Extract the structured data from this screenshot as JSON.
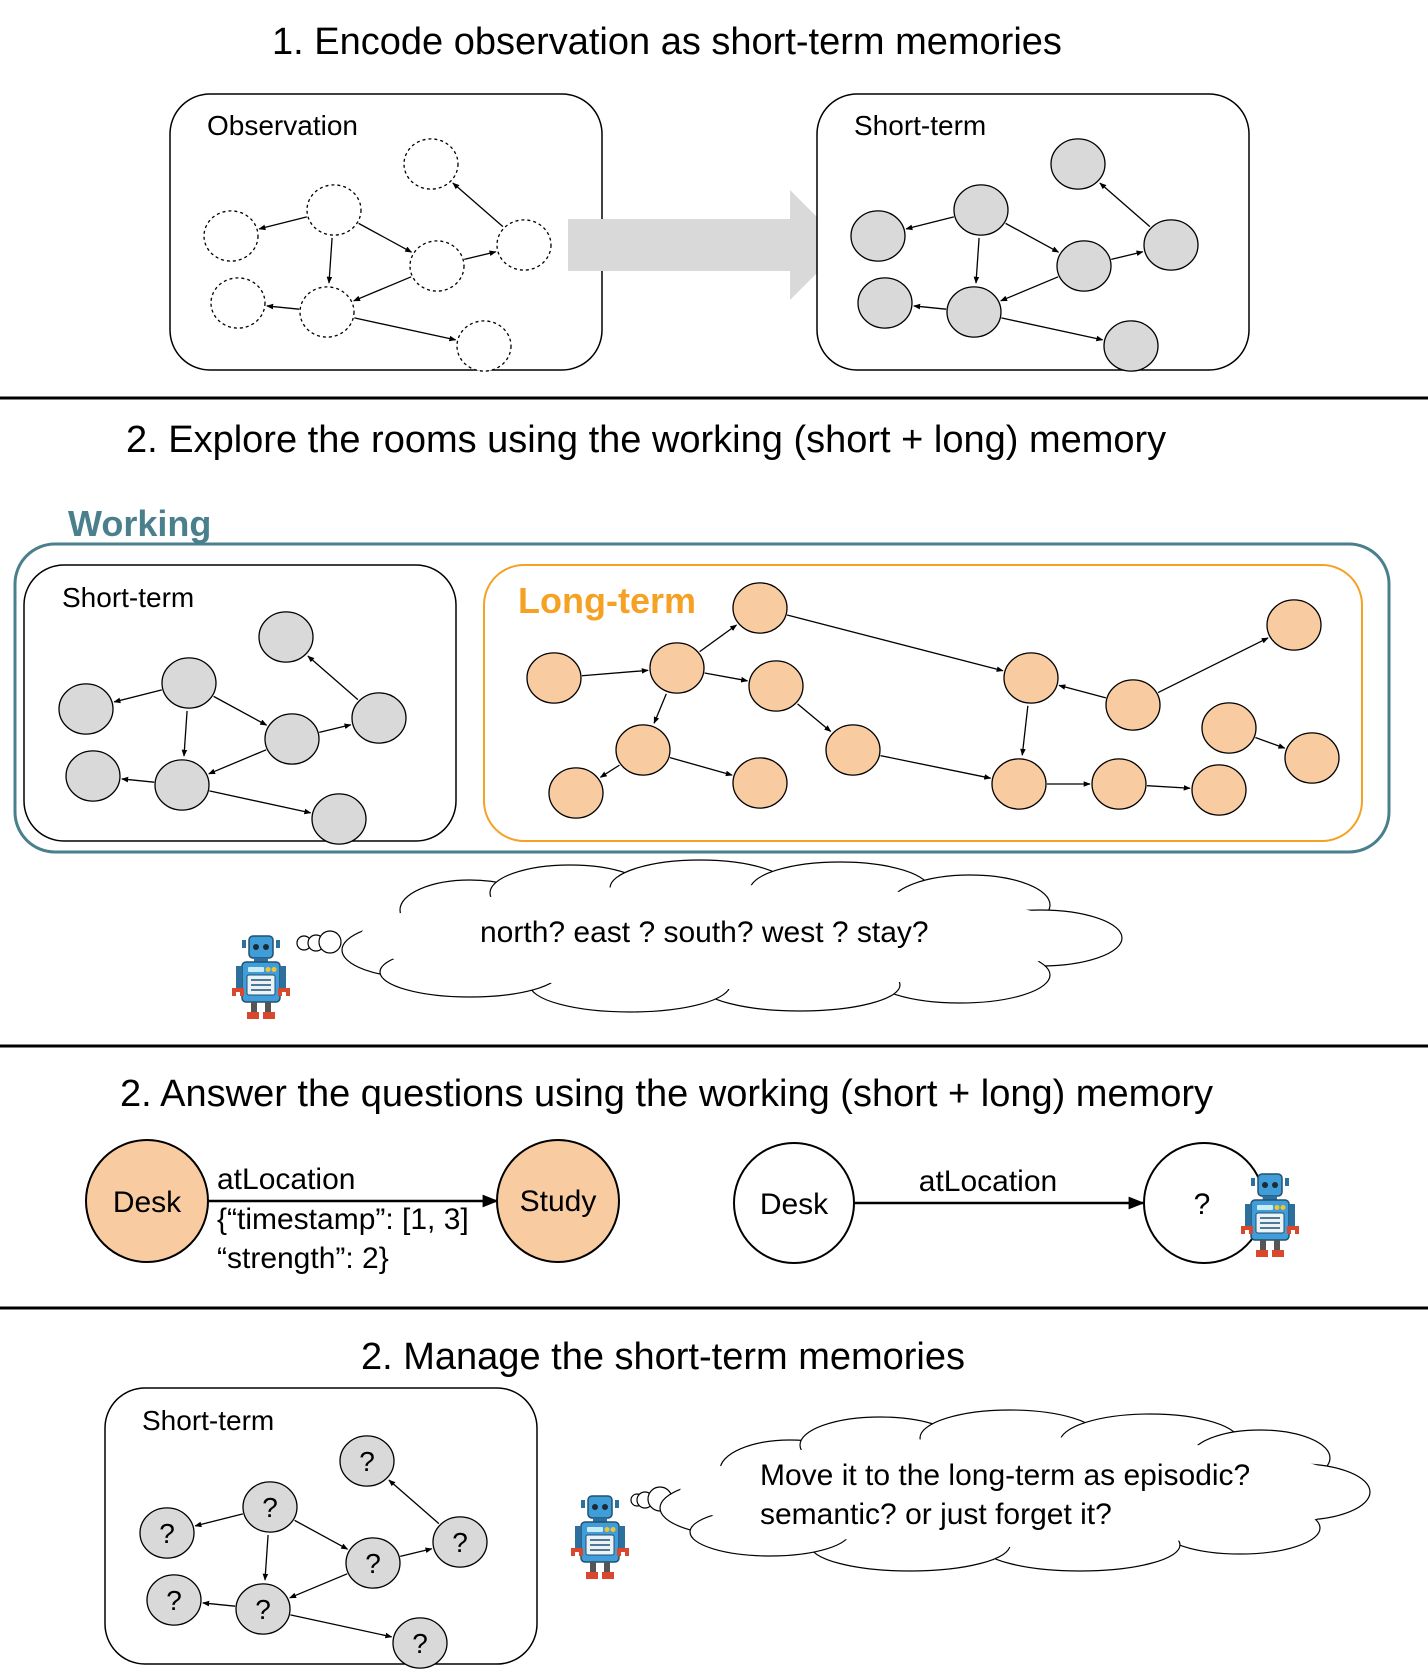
{
  "section1": {
    "title": "1.  Encode observation as short-term memories",
    "observation_label": "Observation",
    "shortterm_label": "Short-term"
  },
  "section2": {
    "title": "2.  Explore the rooms using the working (short + long) memory",
    "working_label": "Working",
    "shortterm_label": "Short-term",
    "longterm_label": "Long-term",
    "thought": "north? east ? south? west ? stay?"
  },
  "section3": {
    "title": "2.  Answer the questions using the working (short + long) memory",
    "left": {
      "source": "Desk",
      "relation": "atLocation",
      "target": "Study",
      "meta_line1": "{“timestamp”: [1, 3]",
      "meta_line2": "“strength”: 2}"
    },
    "right": {
      "source": "Desk",
      "relation": "atLocation",
      "target": "?"
    }
  },
  "section4": {
    "title": "2.  Manage the short-term memories",
    "shortterm_label": "Short-term",
    "node_label": "?",
    "thought_line1": "Move it to the long-term as episodic?",
    "thought_line2": "semantic? or just forget it?"
  },
  "colors": {
    "gray_node": "#d9d9d9",
    "orange_node": "#f8cba1",
    "longterm_border": "#f5a124",
    "working_border": "#4a7f8c",
    "arrow_fill": "#d9d9d9",
    "robot_blue": "#3f9dd9",
    "robot_red": "#d9482c"
  }
}
